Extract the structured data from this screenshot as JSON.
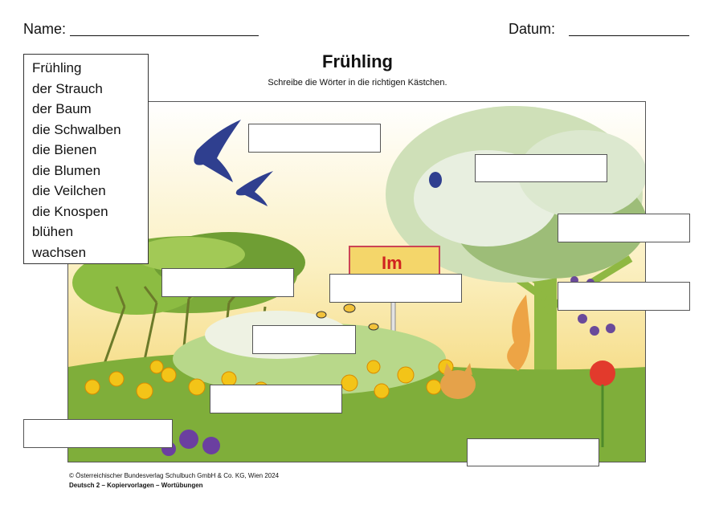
{
  "header": {
    "name_label": "Name:",
    "date_label": "Datum:"
  },
  "title": "Frühling",
  "instruction": "Schreibe die Wörter in die richtigen Kästchen.",
  "word_bank": [
    "Frühling",
    "der Strauch",
    "der Baum",
    "die Schwalben",
    "die Bienen",
    "die Blumen",
    "die Veilchen",
    "die Knospen",
    "blühen",
    "wachsen"
  ],
  "sign_text": "Im",
  "footer": {
    "copyright": "© Österreichischer Bundesverlag Schulbuch GmbH & Co. KG, Wien 2024",
    "series": "Deutsch 2 – Kopiervorlagen – Wortübungen"
  },
  "colors": {
    "sky": "#fbf0c2",
    "meadow": "#7fae3a",
    "tree_trunk": "#8fb842",
    "bird": "#2f3f8f",
    "sign": "#f4d66a",
    "sign_text": "#d0231f"
  }
}
